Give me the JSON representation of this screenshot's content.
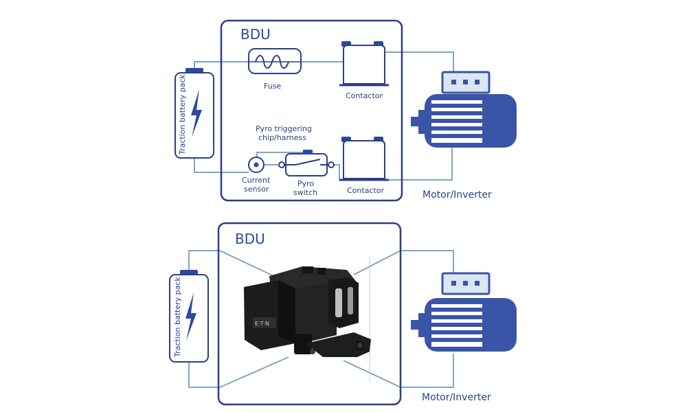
{
  "colors": {
    "primary": "#2b4aa0",
    "wire": "#7fa6c3",
    "box_stroke": "#2b3e86",
    "motor_body": "#3a55a8",
    "motor_light": "#dbe6f3",
    "device_dark": "#1b1b1b"
  },
  "top_diagram": {
    "title": "BDU",
    "fuse_label": "Fuse",
    "contactor_top_label": "Contactor",
    "pyro_trigger_label_line1": "Pyro triggering",
    "pyro_trigger_label_line2": "chip/harness",
    "current_sensor_line1": "Current",
    "current_sensor_line2": "sensor",
    "pyro_switch_line1": "Pyro",
    "pyro_switch_line2": "switch",
    "contactor_bottom_label": "Contactor",
    "battery_label": "Traction battery pack",
    "motor_label": "Motor/Inverter"
  },
  "bottom_diagram": {
    "title": "BDU",
    "battery_label": "Traction battery pack",
    "motor_label": "Motor/Inverter",
    "device_icon": "eaton-bdu-product-photo"
  },
  "icons": {
    "battery": "battery-bolt-icon",
    "motor": "electric-motor-icon",
    "fuse": "fuse-icon",
    "contactor": "contactor-icon",
    "pyro_switch": "pyro-switch-icon",
    "current_sensor": "current-sensor-icon"
  }
}
